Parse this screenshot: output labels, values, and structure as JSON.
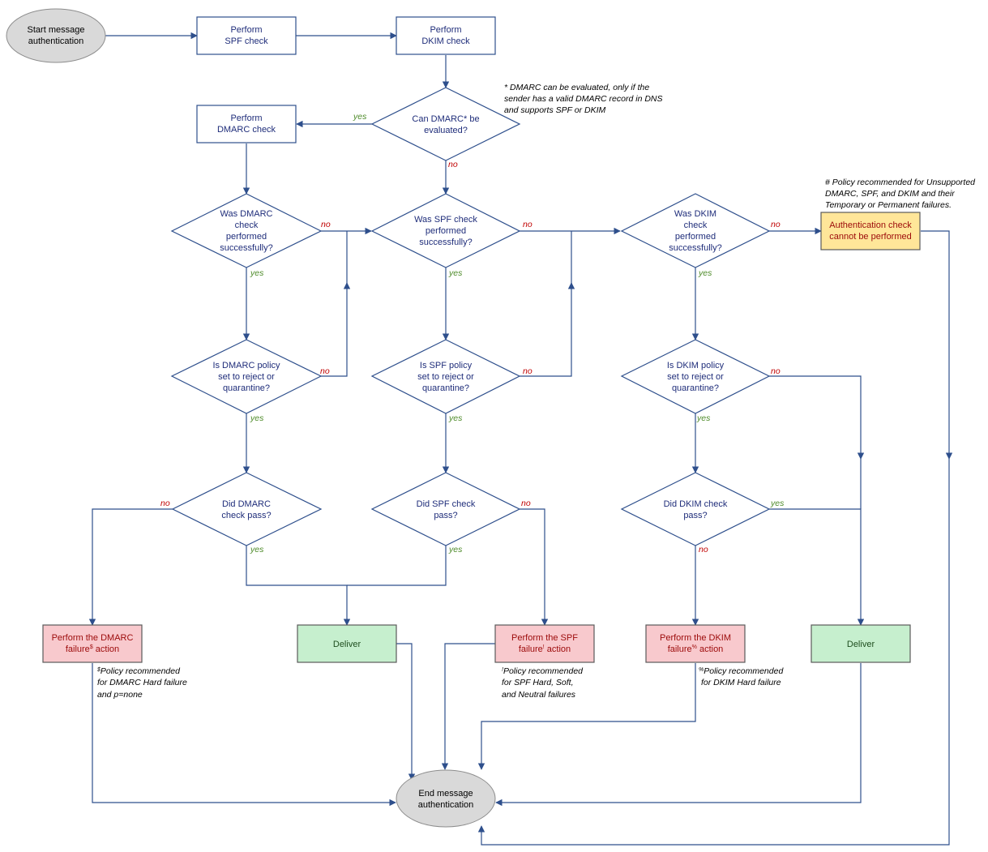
{
  "nodes": {
    "start": {
      "lines": [
        "Start message",
        "authentication"
      ]
    },
    "spf_check": {
      "lines": [
        "Perform",
        "SPF check"
      ]
    },
    "dkim_check": {
      "lines": [
        "Perform",
        "DKIM check"
      ]
    },
    "can_dmarc": {
      "lines": [
        "Can DMARC* be",
        "evaluated?"
      ]
    },
    "dmarc_check": {
      "lines": [
        "Perform",
        "DMARC check"
      ]
    },
    "was_dmarc": {
      "lines": [
        "Was DMARC",
        "check",
        "performed",
        "successfully?"
      ]
    },
    "was_spf": {
      "lines": [
        "Was SPF check",
        "performed",
        "successfully?"
      ]
    },
    "was_dkim": {
      "lines": [
        "Was DKIM",
        "check",
        "performed",
        "successfully?"
      ]
    },
    "auth_cannot": {
      "lines": [
        "Authentication check",
        "cannot be performed"
      ]
    },
    "is_dmarc_policy": {
      "lines": [
        "Is DMARC policy",
        "set to reject or",
        "quarantine?"
      ]
    },
    "is_spf_policy": {
      "lines": [
        "Is SPF policy",
        "set to reject or",
        "quarantine?"
      ]
    },
    "is_dkim_policy": {
      "lines": [
        "Is DKIM policy",
        "set to reject or",
        "quarantine?"
      ]
    },
    "did_dmarc": {
      "lines": [
        "Did DMARC",
        "check pass?"
      ]
    },
    "did_spf": {
      "lines": [
        "Did SPF check",
        "pass?"
      ]
    },
    "did_dkim": {
      "lines": [
        "Did DKIM check",
        "pass?"
      ]
    },
    "dmarc_fail": {
      "line1": "Perform the DMARC",
      "line2_pre": "failure",
      "sup": "$",
      "line2_post": " action"
    },
    "deliver1": {
      "lines": [
        "Deliver"
      ]
    },
    "spf_fail": {
      "line1": "Perform the SPF",
      "line2_pre": "failure",
      "sup": "!",
      "line2_post": " action"
    },
    "dkim_fail": {
      "line1": "Perform the DKIM",
      "line2_pre": "failure",
      "sup": "%",
      "line2_post": " action"
    },
    "deliver2": {
      "lines": [
        "Deliver"
      ]
    },
    "end": {
      "lines": [
        "End message",
        "authentication"
      ]
    }
  },
  "edge_labels": {
    "yes": "yes",
    "no": "no"
  },
  "notes": {
    "dmarc_note": [
      "* DMARC can be evaluated, only if the",
      "sender has a valid DMARC record in DNS",
      "and supports SPF or DKIM"
    ],
    "policy_note": [
      "# Policy recommended for Unsupported",
      "DMARC, SPF, and DKIM and their",
      "Temporary or Permanent failures."
    ],
    "dmarc_fail_note": {
      "sup": "$",
      "lines": [
        "Policy recommended",
        "for DMARC Hard failure",
        "and p=none"
      ]
    },
    "spf_fail_note": {
      "sup": "!",
      "lines": [
        "Policy recommended",
        "for SPF Hard, Soft,",
        "and Neutral failures"
      ]
    },
    "dkim_fail_note": {
      "sup": "%",
      "lines": [
        "Policy recommended",
        "for DKIM Hard failure"
      ]
    }
  },
  "colors": {
    "edge": "#2e4f8c",
    "process_border": "#2e4f8c",
    "terminal_fill": "#d9d9d9",
    "fail_fill": "#f8c9cd",
    "deliver_fill": "#c6efce",
    "warning_fill": "#ffe699"
  }
}
